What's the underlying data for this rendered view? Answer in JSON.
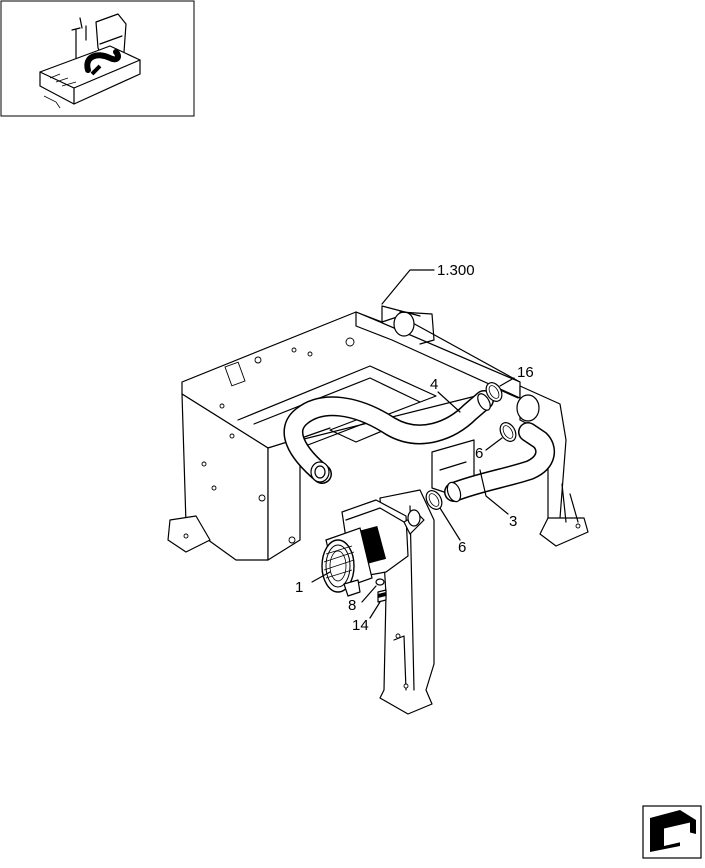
{
  "callouts": {
    "ref_1300": "1.300",
    "hose_4": "4",
    "clamp_16": "16",
    "clamp_6_upper": "6",
    "hose_3": "3",
    "clamp_6_lower": "6",
    "filter_1": "1",
    "washer_8": "8",
    "screw_14": "14"
  },
  "icons": {
    "thumbnail": "machine-locator-thumbnail",
    "nav": "next-page-arrow-icon"
  }
}
